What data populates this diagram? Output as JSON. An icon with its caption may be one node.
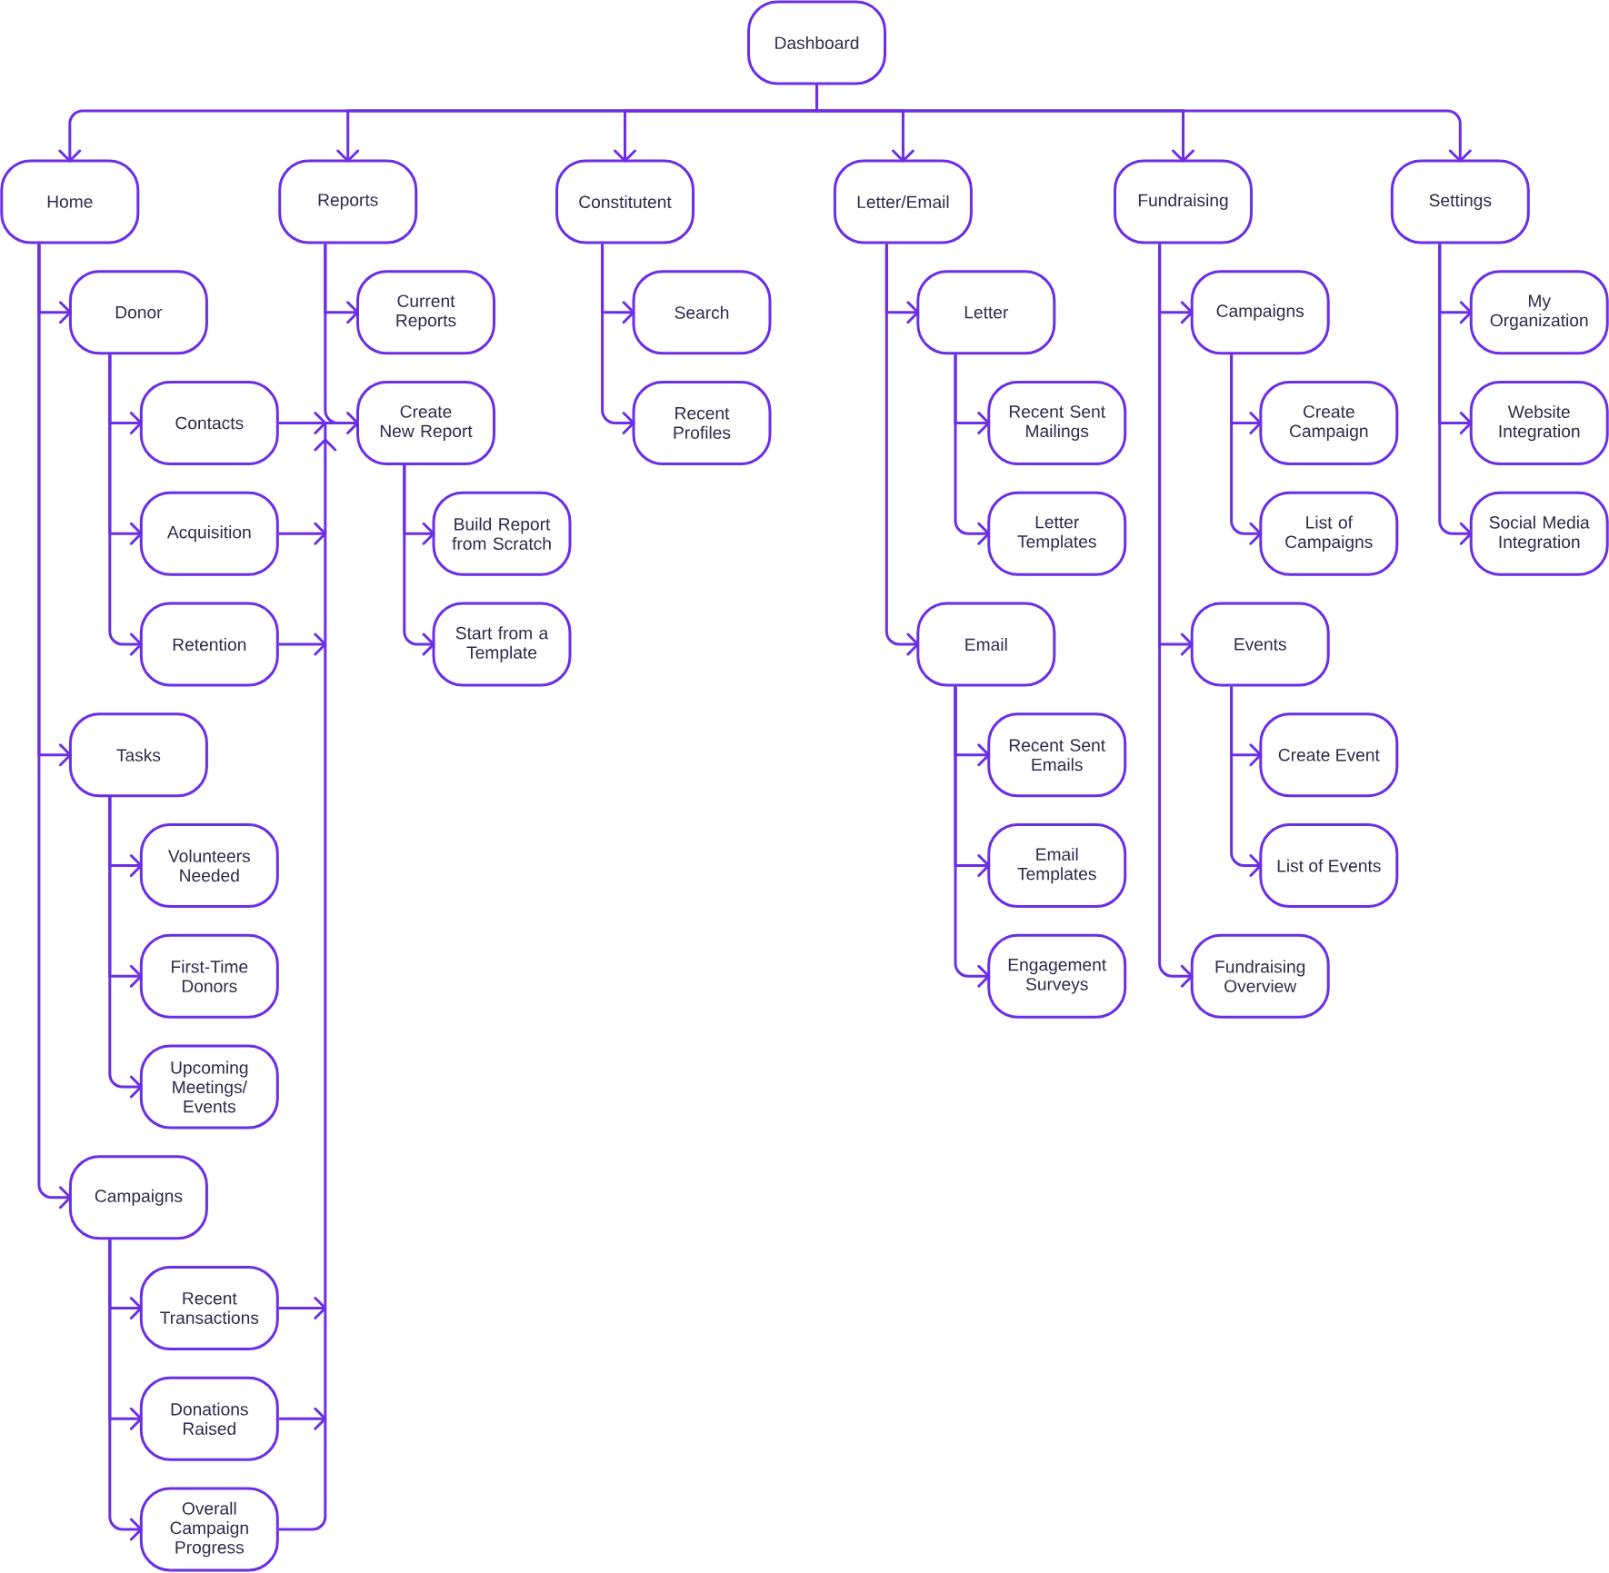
{
  "diagram": {
    "nodes": [
      {
        "text": [
          "Dashboard"
        ]
      },
      {
        "text": [
          "Home"
        ]
      },
      {
        "text": [
          "Reports"
        ]
      },
      {
        "text": [
          "Constitutent"
        ]
      },
      {
        "text": [
          "Letter/Email"
        ]
      },
      {
        "text": [
          "Fundraising"
        ]
      },
      {
        "text": [
          "Settings"
        ]
      },
      {
        "text": [
          "Donor"
        ]
      },
      {
        "text": [
          "Contacts"
        ]
      },
      {
        "text": [
          "Acquisition"
        ]
      },
      {
        "text": [
          "Retention"
        ]
      },
      {
        "text": [
          "Tasks"
        ]
      },
      {
        "text": [
          "Volunteers Needed"
        ]
      },
      {
        "text": [
          "First-Time Donors"
        ]
      },
      {
        "text": [
          "Upcoming Meetings/ Events"
        ]
      },
      {
        "text": [
          "Campaigns"
        ]
      },
      {
        "text": [
          "Recent Transactions"
        ]
      },
      {
        "text": [
          "Donations Raised"
        ]
      },
      {
        "text": [
          "Overall Campaign Progress"
        ]
      },
      {
        "text": [
          "Current Reports"
        ]
      },
      {
        "text": [
          "Create New Report"
        ]
      },
      {
        "text": [
          "Build Report from Scratch"
        ]
      },
      {
        "text": [
          "Start from a Template"
        ]
      },
      {
        "text": [
          "Search"
        ]
      },
      {
        "text": [
          "Recent Profiles"
        ]
      },
      {
        "text": [
          "Letter"
        ]
      },
      {
        "text": [
          "Recent Sent Mailings"
        ]
      },
      {
        "text": [
          "Letter Templates"
        ]
      },
      {
        "text": [
          "Email"
        ]
      },
      {
        "text": [
          "Recent Sent Emails"
        ]
      },
      {
        "text": [
          "Email Templates"
        ]
      },
      {
        "text": [
          "Engagement Surveys"
        ]
      },
      {
        "text": [
          "Campaigns"
        ]
      },
      {
        "text": [
          "Create Campaign"
        ]
      },
      {
        "text": [
          "List of Campaigns"
        ]
      },
      {
        "text": [
          "Events"
        ]
      },
      {
        "text": [
          "Create Event"
        ]
      },
      {
        "text": [
          "List of Events"
        ]
      },
      {
        "text": [
          "Fundraising Overview"
        ]
      },
      {
        "text": [
          "My Organization"
        ]
      },
      {
        "text": [
          "Website Integration"
        ]
      },
      {
        "text": [
          "Social Media Integration"
        ]
      }
    ],
    "edges": [
      {
        "from": 0,
        "to": 1,
        "arrow": "to"
      },
      {
        "from": 0,
        "to": 2,
        "arrow": "to"
      },
      {
        "from": 0,
        "to": 3,
        "arrow": "to"
      },
      {
        "from": 0,
        "to": 4,
        "arrow": "to"
      },
      {
        "from": 0,
        "to": 5,
        "arrow": "to"
      },
      {
        "from": 0,
        "to": 6,
        "arrow": "to"
      },
      {
        "from": 1,
        "to": 7,
        "arrow": "to"
      },
      {
        "from": 1,
        "to": 11,
        "arrow": "to"
      },
      {
        "from": 1,
        "to": 15,
        "arrow": "to"
      },
      {
        "from": 7,
        "to": 8,
        "arrow": "to"
      },
      {
        "from": 7,
        "to": 9,
        "arrow": "to"
      },
      {
        "from": 7,
        "to": 10,
        "arrow": "to"
      },
      {
        "from": 11,
        "to": 12,
        "arrow": "to"
      },
      {
        "from": 11,
        "to": 13,
        "arrow": "to"
      },
      {
        "from": 11,
        "to": 14,
        "arrow": "to"
      },
      {
        "from": 15,
        "to": 16,
        "arrow": "to"
      },
      {
        "from": 15,
        "to": 17,
        "arrow": "to"
      },
      {
        "from": 15,
        "to": 18,
        "arrow": "to"
      },
      {
        "from": 2,
        "to": 19,
        "arrow": "to"
      },
      {
        "from": 2,
        "to": 20,
        "arrow": "to"
      },
      {
        "from": 20,
        "to": 21,
        "arrow": "to"
      },
      {
        "from": 20,
        "to": 22,
        "arrow": "to"
      },
      {
        "from": 3,
        "to": 23,
        "arrow": "to"
      },
      {
        "from": 3,
        "to": 24,
        "arrow": "to"
      },
      {
        "from": 4,
        "to": 25,
        "arrow": "to"
      },
      {
        "from": 4,
        "to": 28,
        "arrow": "to"
      },
      {
        "from": 25,
        "to": 26,
        "arrow": "to"
      },
      {
        "from": 25,
        "to": 27,
        "arrow": "to"
      },
      {
        "from": 28,
        "to": 29,
        "arrow": "to"
      },
      {
        "from": 28,
        "to": 30,
        "arrow": "to"
      },
      {
        "from": 28,
        "to": 31,
        "arrow": "to"
      },
      {
        "from": 5,
        "to": 32,
        "arrow": "to"
      },
      {
        "from": 5,
        "to": 35,
        "arrow": "to"
      },
      {
        "from": 5,
        "to": 38,
        "arrow": "to"
      },
      {
        "from": 32,
        "to": 33,
        "arrow": "to"
      },
      {
        "from": 32,
        "to": 34,
        "arrow": "to"
      },
      {
        "from": 35,
        "to": 36,
        "arrow": "to"
      },
      {
        "from": 35,
        "to": 37,
        "arrow": "to"
      },
      {
        "from": 6,
        "to": 39,
        "arrow": "to"
      },
      {
        "from": 6,
        "to": 40,
        "arrow": "to"
      },
      {
        "from": 6,
        "to": 41,
        "arrow": "to"
      },
      {
        "from": 8,
        "to": 20,
        "arrow": "to"
      },
      {
        "from": 9,
        "to": 20,
        "arrow": "to"
      },
      {
        "from": 10,
        "to": 20,
        "arrow": "to"
      },
      {
        "from": 16,
        "to": 20,
        "arrow": "to"
      },
      {
        "from": 17,
        "to": 20,
        "arrow": "to"
      },
      {
        "from": 18,
        "to": 20,
        "arrow": "to"
      }
    ]
  }
}
